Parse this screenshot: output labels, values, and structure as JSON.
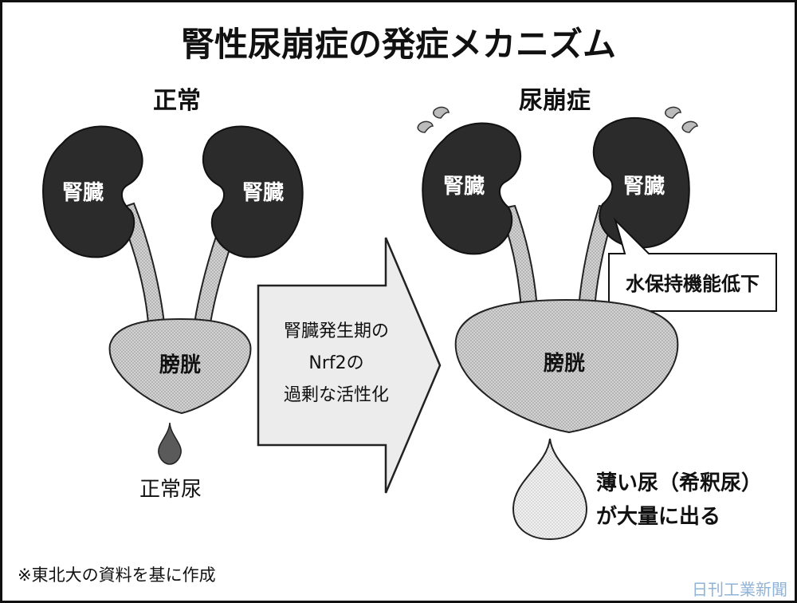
{
  "title": "腎性尿崩症の発症メカニズム",
  "normal": {
    "heading": "正常",
    "kidney_left": "腎臓",
    "kidney_right": "腎臓",
    "bladder": "膀胱",
    "urine": "正常尿"
  },
  "arrow": {
    "line1": "腎臓発生期の",
    "line2": "Nrf2の",
    "line3": "過剰な活性化"
  },
  "disease": {
    "heading": "尿崩症",
    "kidney_left": "腎臓",
    "kidney_right": "腎臓",
    "callout": "水保持機能低下",
    "bladder": "膀胱",
    "urine_line1": "薄い尿（希釈尿）",
    "urine_line2": "が大量に出る"
  },
  "source_note": "※東北大の資料を基に作成",
  "watermark": "日刊工業新聞",
  "colors": {
    "kidney": "#2b2b2b",
    "ureter": "#c9c9c9",
    "bladder": "#bdbdbd",
    "arrow_fill": "#ececec",
    "watermark": "#8fb3d9"
  }
}
